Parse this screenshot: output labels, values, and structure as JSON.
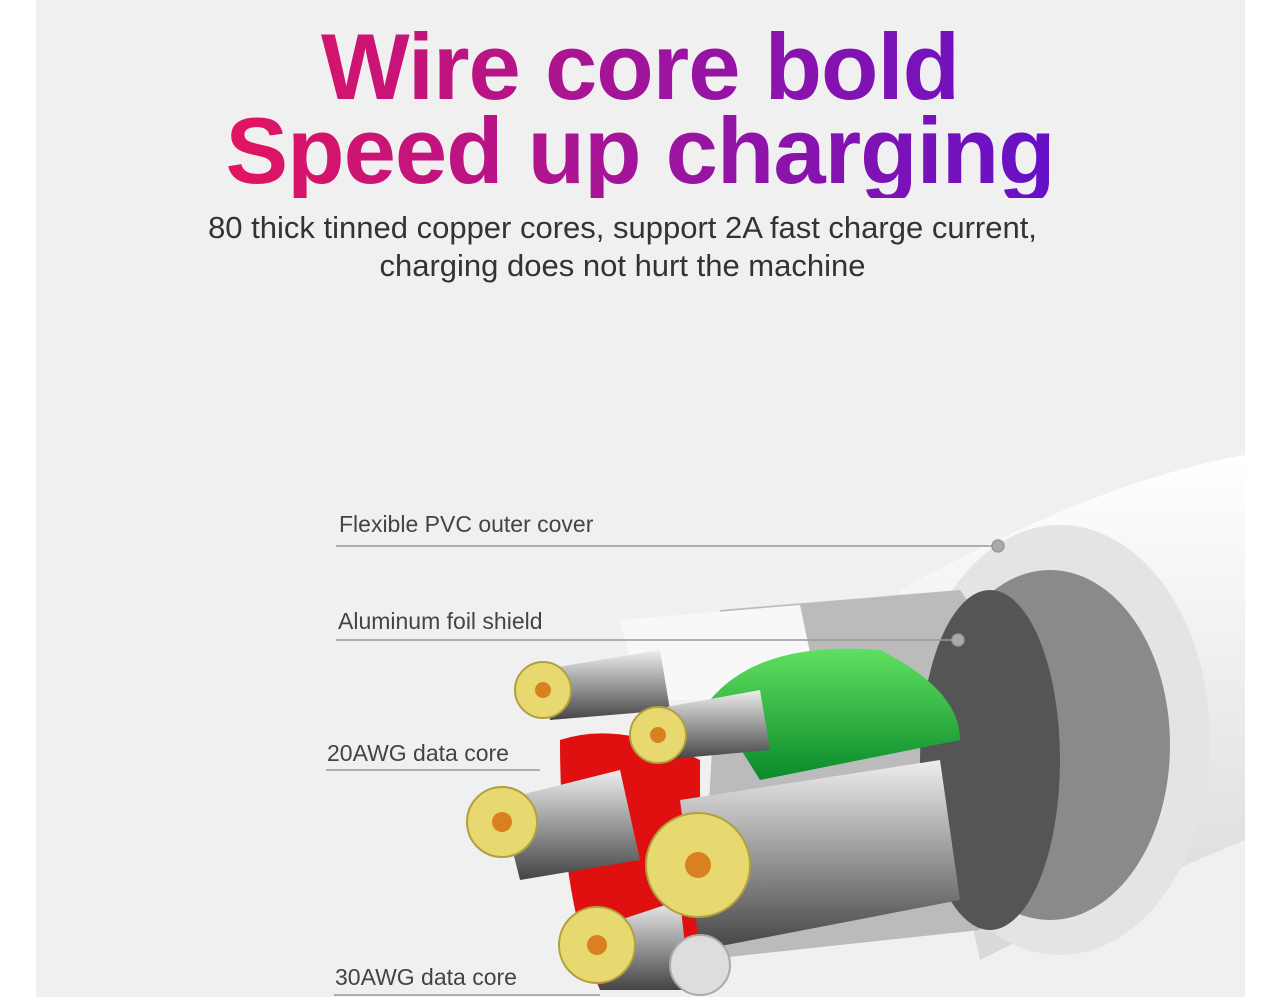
{
  "headline": {
    "line1": "Wire core bold",
    "line2": "Speed up charging"
  },
  "subtitle": {
    "line1": "80 thick tinned copper cores, support 2A fast charge current,",
    "line2": "charging does not hurt the machine"
  },
  "labels": {
    "outer_cover": "Flexible PVC outer cover",
    "foil_shield": "Aluminum foil shield",
    "core_20awg": "20AWG data core",
    "core_30awg": "30AWG data core"
  },
  "colors": {
    "gradient_start": "#e8145a",
    "gradient_end": "#6010cc"
  }
}
